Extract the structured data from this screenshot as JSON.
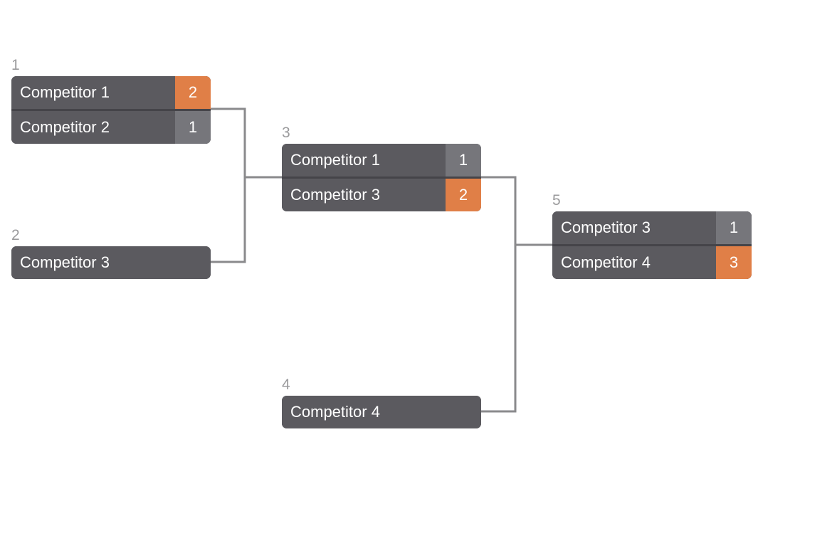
{
  "bracket": {
    "matches": [
      {
        "number": "1",
        "rows": [
          {
            "competitor": "Competitor 1",
            "score": "2",
            "winner": true
          },
          {
            "competitor": "Competitor 2",
            "score": "1",
            "winner": false
          }
        ]
      },
      {
        "number": "2",
        "rows": [
          {
            "competitor": "Competitor 3"
          }
        ]
      },
      {
        "number": "3",
        "rows": [
          {
            "competitor": "Competitor 1",
            "score": "1",
            "winner": false
          },
          {
            "competitor": "Competitor 3",
            "score": "2",
            "winner": true
          }
        ]
      },
      {
        "number": "4",
        "rows": [
          {
            "competitor": "Competitor 4"
          }
        ]
      },
      {
        "number": "5",
        "rows": [
          {
            "competitor": "Competitor 3",
            "score": "1",
            "winner": false
          },
          {
            "competitor": "Competitor 4",
            "score": "3",
            "winner": true
          }
        ]
      }
    ]
  },
  "colors": {
    "box_background": "#5b5a5f",
    "row_divider": "#454449",
    "score_default": "#76767b",
    "score_winner": "#e07f47",
    "connector": "#8a8a8c",
    "match_number": "#9a9a9c"
  }
}
